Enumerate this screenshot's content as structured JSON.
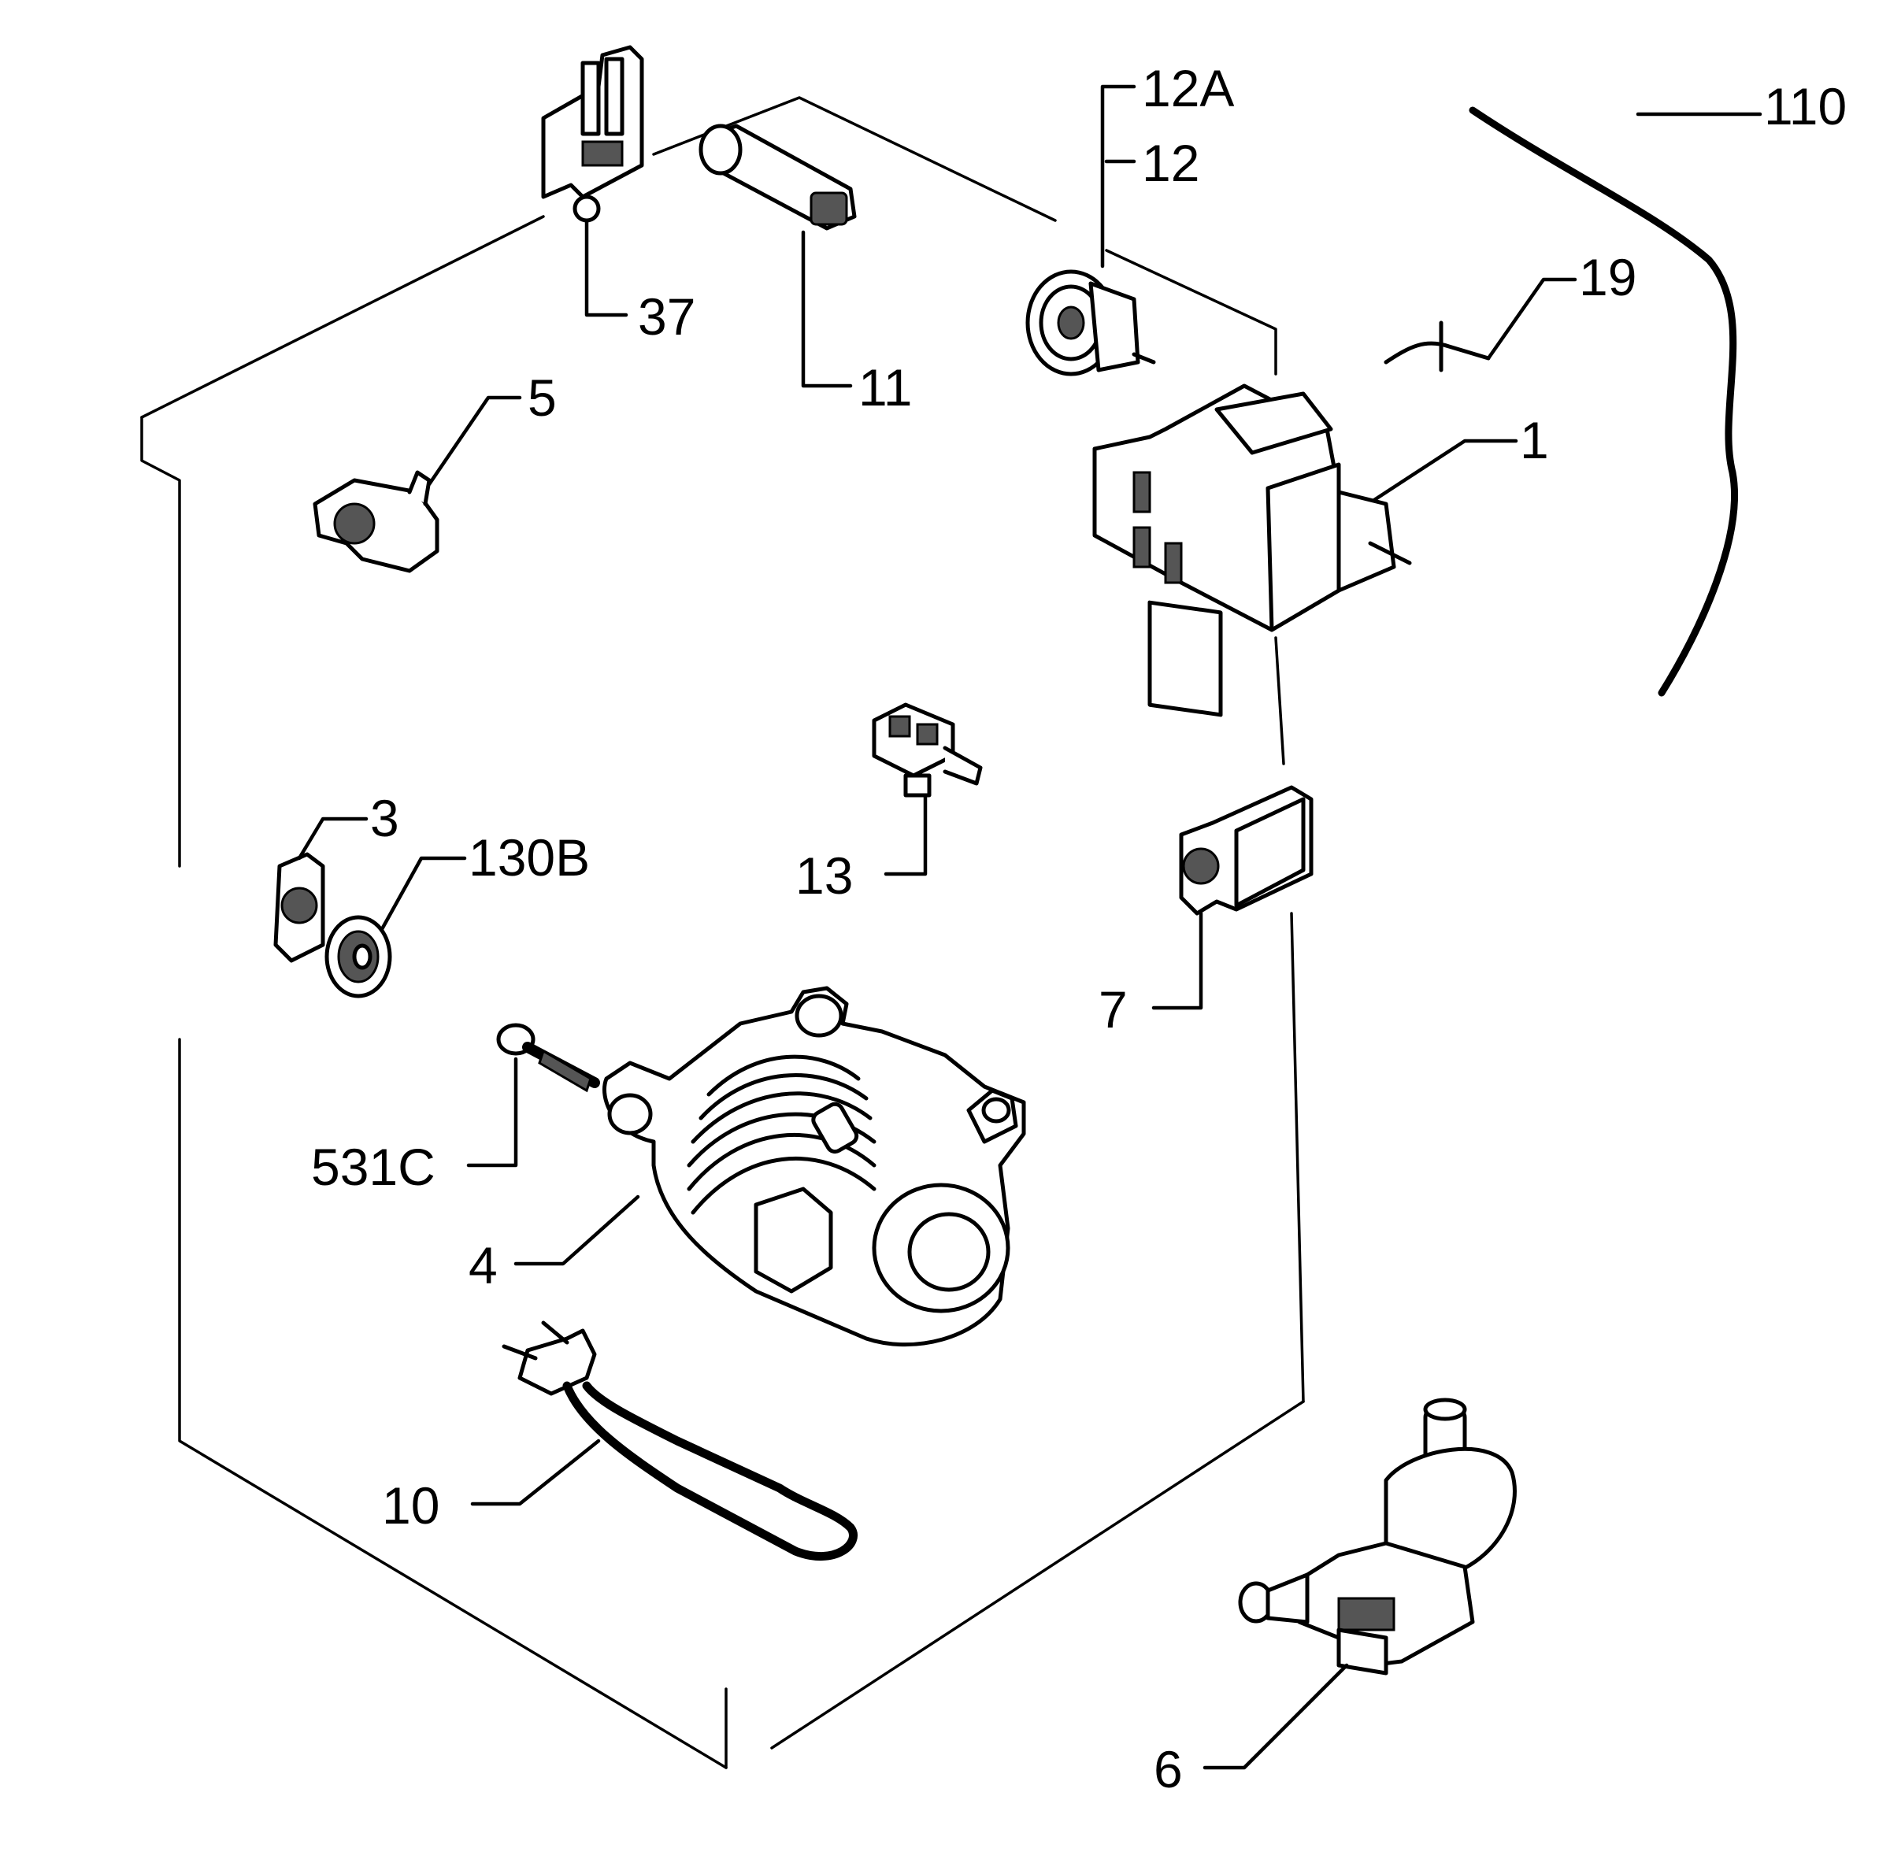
{
  "labels": {
    "p12a": "12A",
    "p12": "12",
    "p110": "110",
    "p19": "19",
    "p1": "1",
    "p37": "37",
    "p11": "11",
    "p5": "5",
    "p13": "13",
    "p3": "3",
    "p130b": "130B",
    "p7": "7",
    "p531c": "531C",
    "p4": "4",
    "p10": "10",
    "p6": "6"
  }
}
